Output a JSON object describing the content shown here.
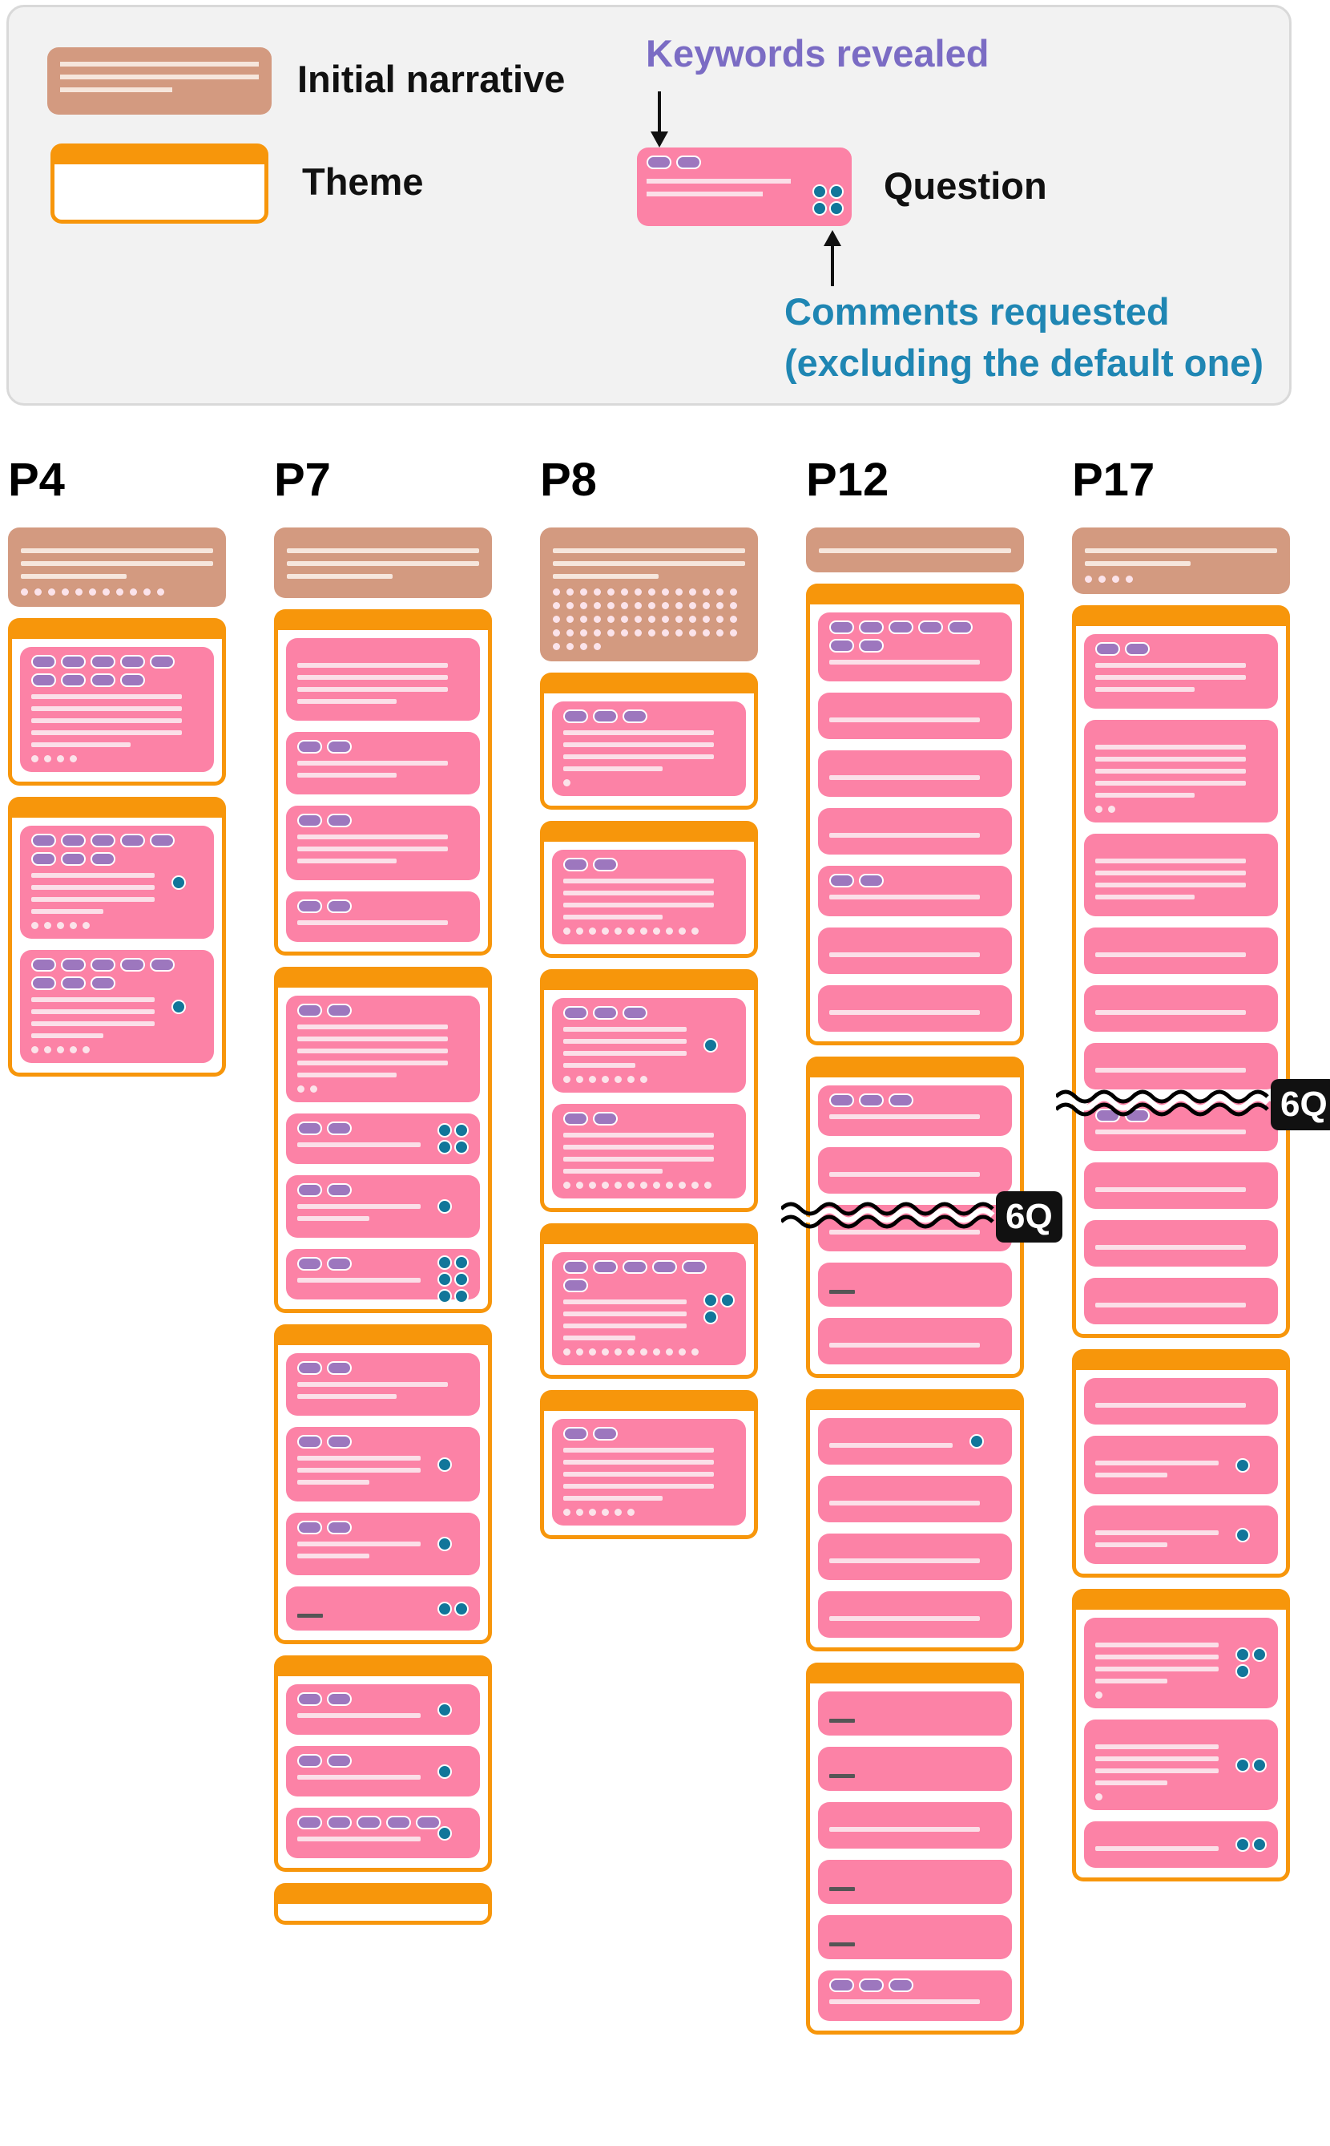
{
  "legend": {
    "initial_narrative": "Initial narrative",
    "theme": "Theme",
    "question": "Question",
    "keywords_revealed": "Keywords revealed",
    "comments_requested_1": "Comments requested",
    "comments_requested_2": "(excluding the default one)"
  },
  "colors": {
    "narrative": "#d39a80",
    "theme": "#f7960b",
    "question": "#fc82a6",
    "keyword": "#9d77be",
    "comment": "#11769a"
  },
  "columns": [
    {
      "label": "P4",
      "narrative": {
        "lines": 3,
        "dots": 11
      },
      "themes": [
        {
          "questions": [
            {
              "kw": 9,
              "lines": 5,
              "dots": 4,
              "c": 0
            }
          ]
        },
        {
          "questions": [
            {
              "kw": 8,
              "lines": 4,
              "dots": 5,
              "c": 1
            },
            {
              "kw": 8,
              "lines": 4,
              "dots": 5,
              "c": 1
            }
          ]
        }
      ]
    },
    {
      "label": "P7",
      "narrative": {
        "lines": 3,
        "dots": 0
      },
      "themes": [
        {
          "questions": [
            {
              "kw": 0,
              "lines": 4,
              "c": 0
            },
            {
              "kw": 2,
              "lines": 2,
              "c": 0
            },
            {
              "kw": 2,
              "lines": 3,
              "c": 0
            },
            {
              "kw": 2,
              "lines": 1,
              "c": 0
            }
          ]
        },
        {
          "questions": [
            {
              "kw": 2,
              "lines": 5,
              "dots": 2,
              "c": 0
            },
            {
              "kw": 2,
              "lines": 1,
              "c": 4
            },
            {
              "kw": 2,
              "lines": 2,
              "c": 1
            },
            {
              "kw": 2,
              "lines": 1,
              "c": 6
            }
          ]
        },
        {
          "questions": [
            {
              "kw": 2,
              "lines": 2,
              "c": 0
            },
            {
              "kw": 2,
              "lines": 3,
              "c": 1
            },
            {
              "kw": 2,
              "lines": 2,
              "c": 1
            },
            {
              "kw": 0,
              "lines": 0,
              "dash": true,
              "c": 2
            }
          ]
        },
        {
          "questions": [
            {
              "kw": 2,
              "lines": 1,
              "c": 1
            },
            {
              "kw": 2,
              "lines": 1,
              "c": 1
            },
            {
              "kw": 5,
              "lines": 1,
              "c": 1
            }
          ]
        },
        {
          "questions": []
        }
      ]
    },
    {
      "label": "P8",
      "narrative": {
        "lines": 3,
        "dots": 60
      },
      "themes": [
        {
          "questions": [
            {
              "kw": 3,
              "lines": 4,
              "dots": 1,
              "c": 0
            }
          ]
        },
        {
          "questions": [
            {
              "kw": 2,
              "lines": 4,
              "dots": 11,
              "c": 0
            }
          ]
        },
        {
          "questions": [
            {
              "kw": 3,
              "lines": 4,
              "dots": 7,
              "c": 1
            },
            {
              "kw": 2,
              "lines": 4,
              "dots": 12,
              "c": 0
            }
          ]
        },
        {
          "questions": [
            {
              "kw": 6,
              "lines": 4,
              "dots": 11,
              "c": 3
            }
          ]
        },
        {
          "questions": [
            {
              "kw": 2,
              "lines": 5,
              "dots": 6,
              "c": 0
            }
          ]
        }
      ]
    },
    {
      "label": "P12",
      "narrative": {
        "lines": 1,
        "dots": 0
      },
      "themes": [
        {
          "questions": [
            {
              "kw": 7,
              "lines": 1,
              "c": 0
            },
            {
              "kw": 0,
              "lines": 1,
              "c": 0
            },
            {
              "kw": 0,
              "lines": 1,
              "c": 0
            },
            {
              "kw": 0,
              "lines": 1,
              "c": 0
            },
            {
              "kw": 2,
              "lines": 1,
              "c": 0
            },
            {
              "kw": 0,
              "lines": 1,
              "c": 0
            },
            {
              "kw": 0,
              "lines": 1,
              "c": 0
            }
          ]
        },
        {
          "questions": [
            {
              "kw": 3,
              "lines": 1,
              "c": 0
            },
            {
              "kw": 0,
              "lines": 1,
              "c": 0
            },
            {
              "kw": 0,
              "lines": 1,
              "c": 0
            },
            {
              "kw": 0,
              "lines": 0,
              "dash": true,
              "c": 0
            },
            {
              "kw": 0,
              "lines": 1,
              "c": 0
            }
          ]
        },
        {
          "questions": [
            {
              "kw": 0,
              "lines": 1,
              "c": 1
            },
            {
              "kw": 0,
              "lines": 1,
              "c": 0
            },
            {
              "kw": 0,
              "lines": 1,
              "c": 0
            },
            {
              "kw": 0,
              "lines": 1,
              "c": 0
            }
          ]
        },
        {
          "questions": [
            {
              "kw": 0,
              "lines": 0,
              "dash": true,
              "c": 0
            },
            {
              "kw": 0,
              "lines": 0,
              "dash": true,
              "c": 0
            },
            {
              "kw": 0,
              "lines": 1,
              "c": 0
            },
            {
              "kw": 0,
              "lines": 0,
              "dash": true,
              "c": 0
            },
            {
              "kw": 0,
              "lines": 0,
              "dash": true,
              "c": 0
            },
            {
              "kw": 3,
              "lines": 1,
              "c": 0
            }
          ]
        }
      ],
      "break_label": "6Q"
    },
    {
      "label": "P17",
      "narrative": {
        "lines": 2,
        "dots": 4
      },
      "themes": [
        {
          "questions": [
            {
              "kw": 2,
              "lines": 3,
              "c": 0
            },
            {
              "kw": 0,
              "lines": 5,
              "dots": 2,
              "c": 0
            },
            {
              "kw": 0,
              "lines": 4,
              "c": 0
            },
            {
              "kw": 0,
              "lines": 1,
              "c": 0
            },
            {
              "kw": 0,
              "lines": 1,
              "c": 0
            },
            {
              "kw": 0,
              "lines": 1,
              "c": 0
            },
            {
              "kw": 2,
              "lines": 1,
              "c": 0
            },
            {
              "kw": 0,
              "lines": 1,
              "c": 0
            },
            {
              "kw": 0,
              "lines": 1,
              "c": 0
            },
            {
              "kw": 0,
              "lines": 1,
              "c": 0
            }
          ]
        },
        {
          "questions": [
            {
              "kw": 0,
              "lines": 1,
              "c": 0
            },
            {
              "kw": 0,
              "lines": 2,
              "c": 1
            },
            {
              "kw": 0,
              "lines": 2,
              "c": 1
            }
          ]
        },
        {
          "questions": [
            {
              "kw": 0,
              "lines": 4,
              "dots": 1,
              "c": 3
            },
            {
              "kw": 0,
              "lines": 4,
              "dots": 1,
              "c": 2
            },
            {
              "kw": 0,
              "lines": 1,
              "c": 2
            }
          ]
        }
      ],
      "break_label": "6Q"
    }
  ]
}
